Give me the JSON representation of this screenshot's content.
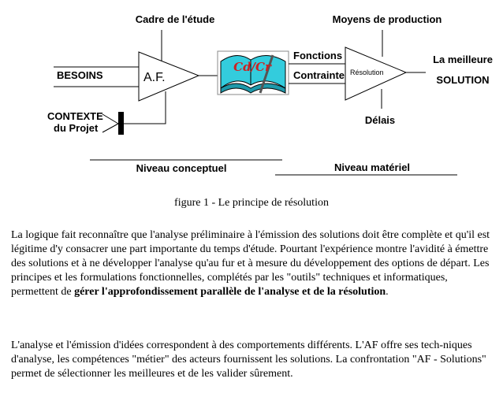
{
  "diagram": {
    "cadre": "Cadre de l'étude",
    "moyens": "Moyens de production",
    "besoins": "BESOINS",
    "af": "A.F.",
    "contexte_1": "CONTEXTE",
    "contexte_2": "du Projet",
    "book_text": "Cd/Cr",
    "fonctions": "Fonctions S.",
    "contraintes": "Contraintes",
    "resolution": "Résolution",
    "meilleure_1": "La  meilleure",
    "meilleure_2": "SOLUTION",
    "delais": "Délais",
    "niveau_conceptuel": "Niveau  conceptuel",
    "niveau_materiel": "Niveau  matériel"
  },
  "caption": "figure 1  -  Le principe de résolution",
  "paragraph1": {
    "text_before": "La logique fait reconnaître que l'analyse préliminaire à l'émission des solutions doit être complète et qu'il est légitime d'y consacrer une part importante du temps d'étude. Pourtant l'expérience montre l'avidité à émettre des solutions et à ne développer l'analyse qu'au fur et à mesure du développement des options de départ. Les principes et les formulations fonctionnelles, complétés par les \"outils\" techniques et informatiques, permettent de ",
    "bold": "gérer l'approfondissement parallèle de l'analyse et de la résolution",
    "text_after": "."
  },
  "paragraph2": "L'analyse et l'émission  d'idées correspondent à des comportements différents. L'AF offre ses tech-niques d'analyse, les compétences \"métier\" des acteurs fournissent les solutions. La confrontation  \"AF - Solutions\" permet de sélectionner les meilleures et de les valider sûrement.",
  "colors": {
    "book": "#33ccdd",
    "book_text": "#cc2222",
    "line": "#000000"
  }
}
